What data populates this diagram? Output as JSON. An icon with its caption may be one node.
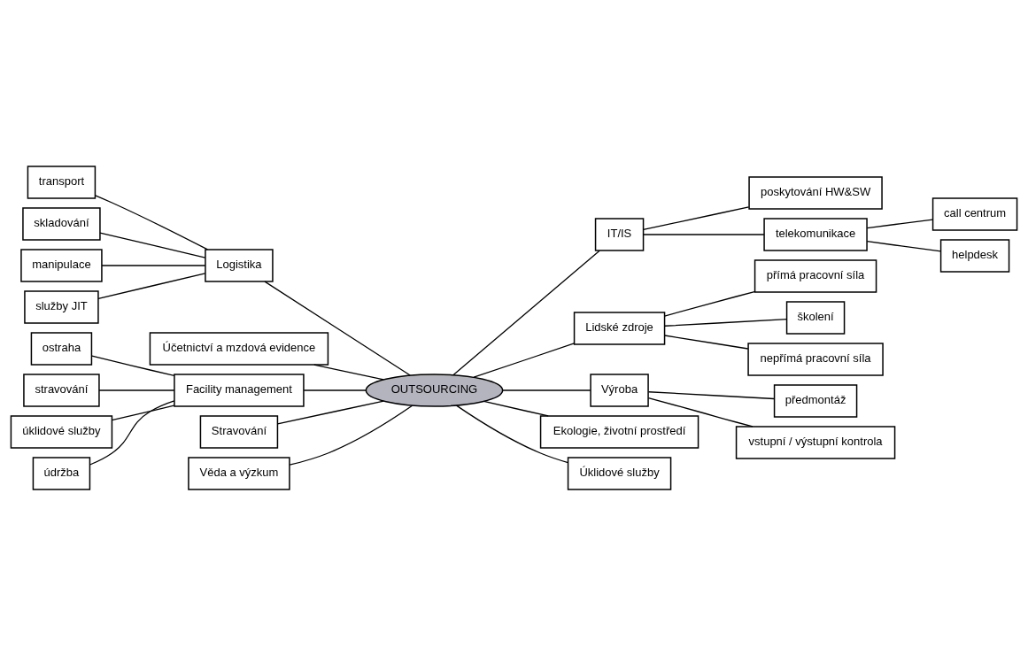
{
  "diagram": {
    "nodes": [
      {
        "text": [
          "OUTSOURCING"
        ]
      },
      {
        "text": [
          "Logistika"
        ]
      },
      {
        "text": [
          "transport"
        ]
      },
      {
        "text": [
          "skladování"
        ]
      },
      {
        "text": [
          "manipulace"
        ]
      },
      {
        "text": [
          "služby JIT"
        ]
      },
      {
        "text": [
          "Účetnictví a mzdová evidence"
        ]
      },
      {
        "text": [
          "Facility management"
        ]
      },
      {
        "text": [
          "ostraha"
        ]
      },
      {
        "text": [
          "stravování"
        ]
      },
      {
        "text": [
          "úklidové služby"
        ]
      },
      {
        "text": [
          "údržba"
        ]
      },
      {
        "text": [
          "Stravování"
        ]
      },
      {
        "text": [
          "Věda a výzkum"
        ]
      },
      {
        "text": [
          "IT/IS"
        ]
      },
      {
        "text": [
          "poskytování HW&SW"
        ]
      },
      {
        "text": [
          "telekomunikace"
        ]
      },
      {
        "text": [
          "call centrum"
        ]
      },
      {
        "text": [
          "helpdesk"
        ]
      },
      {
        "text": [
          "Lidské zdroje"
        ]
      },
      {
        "text": [
          "přímá pracovní síla"
        ]
      },
      {
        "text": [
          "školení"
        ]
      },
      {
        "text": [
          "nepřímá pracovní síla"
        ]
      },
      {
        "text": [
          "Výroba"
        ]
      },
      {
        "text": [
          "předmontáž"
        ]
      },
      {
        "text": [
          "vstupní / výstupní kontrola"
        ]
      },
      {
        "text": [
          "Ekologie, životní prostředí"
        ]
      },
      {
        "text": [
          "Úklidové služby"
        ]
      }
    ],
    "edges": [
      {
        "from": 2,
        "to": 1,
        "arrow": "none"
      },
      {
        "from": 3,
        "to": 1,
        "arrow": "none"
      },
      {
        "from": 4,
        "to": 1,
        "arrow": "none"
      },
      {
        "from": 5,
        "to": 1,
        "arrow": "none"
      },
      {
        "from": 1,
        "to": 0,
        "arrow": "none"
      },
      {
        "from": 6,
        "to": 0,
        "arrow": "none"
      },
      {
        "from": 8,
        "to": 7,
        "arrow": "none"
      },
      {
        "from": 9,
        "to": 7,
        "arrow": "none"
      },
      {
        "from": 10,
        "to": 7,
        "arrow": "none"
      },
      {
        "from": 11,
        "to": 7,
        "arrow": "none"
      },
      {
        "from": 7,
        "to": 0,
        "arrow": "none"
      },
      {
        "from": 12,
        "to": 0,
        "arrow": "none"
      },
      {
        "from": 13,
        "to": 0,
        "arrow": "none"
      },
      {
        "from": 0,
        "to": 14,
        "arrow": "none"
      },
      {
        "from": 14,
        "to": 15,
        "arrow": "none"
      },
      {
        "from": 14,
        "to": 16,
        "arrow": "none"
      },
      {
        "from": 16,
        "to": 17,
        "arrow": "none"
      },
      {
        "from": 16,
        "to": 18,
        "arrow": "none"
      },
      {
        "from": 0,
        "to": 19,
        "arrow": "none"
      },
      {
        "from": 19,
        "to": 20,
        "arrow": "none"
      },
      {
        "from": 19,
        "to": 21,
        "arrow": "none"
      },
      {
        "from": 19,
        "to": 22,
        "arrow": "none"
      },
      {
        "from": 0,
        "to": 23,
        "arrow": "none"
      },
      {
        "from": 23,
        "to": 24,
        "arrow": "none"
      },
      {
        "from": 23,
        "to": 25,
        "arrow": "none"
      },
      {
        "from": 0,
        "to": 26,
        "arrow": "none"
      },
      {
        "from": 0,
        "to": 27,
        "arrow": "none"
      }
    ]
  }
}
